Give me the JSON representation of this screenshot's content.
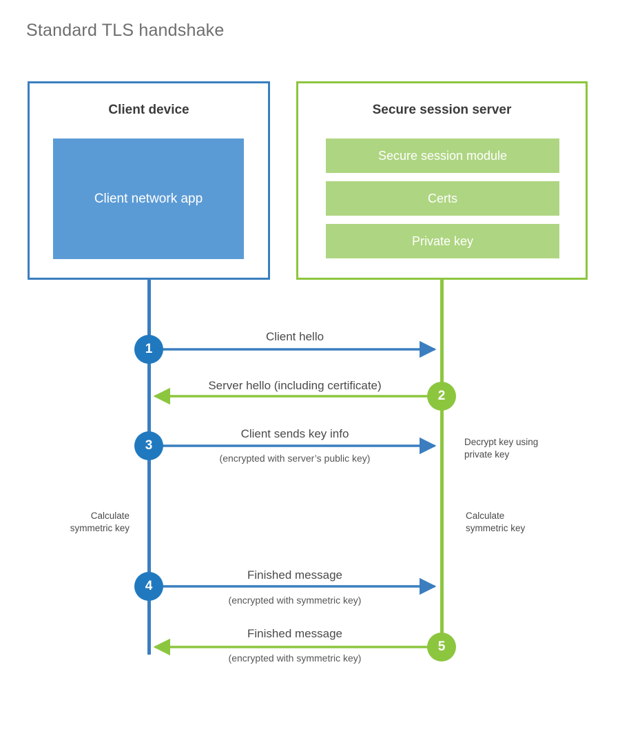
{
  "title": "Standard TLS handshake",
  "colors": {
    "client_border": "#3a7ebf",
    "client_fill": "#5b9bd5",
    "server_border": "#8cc63f",
    "server_fill": "#aed581",
    "client_accent": "#2079bf",
    "server_accent": "#8cc63f",
    "title_text": "#6e6e6e",
    "body_text": "#4a4a4a"
  },
  "participants": {
    "client": {
      "title": "Client device",
      "blocks": [
        {
          "label": "Client network app"
        }
      ]
    },
    "server": {
      "title": "Secure session server",
      "blocks": [
        {
          "label": "Secure session module"
        },
        {
          "label": "Certs"
        },
        {
          "label": "Private key"
        }
      ]
    }
  },
  "steps": [
    {
      "number": "1",
      "origin": "client",
      "direction": "client-to-server",
      "label": "Client hello",
      "sublabel": ""
    },
    {
      "number": "2",
      "origin": "server",
      "direction": "server-to-client",
      "label": "Server hello (including certificate)",
      "sublabel": ""
    },
    {
      "number": "3",
      "origin": "client",
      "direction": "client-to-server",
      "label": "Client sends key info",
      "sublabel": "(encrypted with server’s public key)"
    },
    {
      "number": "4",
      "origin": "client",
      "direction": "client-to-server",
      "label": "Finished message",
      "sublabel": "(encrypted with symmetric key)"
    },
    {
      "number": "5",
      "origin": "server",
      "direction": "server-to-client",
      "label": "Finished message",
      "sublabel": "(encrypted with symmetric key)"
    }
  ],
  "annotations": {
    "decrypt_key": "Decrypt key using\nprivate key",
    "client_calculate": "Calculate\nsymmetric key",
    "server_calculate": "Calculate\nsymmetric key"
  }
}
